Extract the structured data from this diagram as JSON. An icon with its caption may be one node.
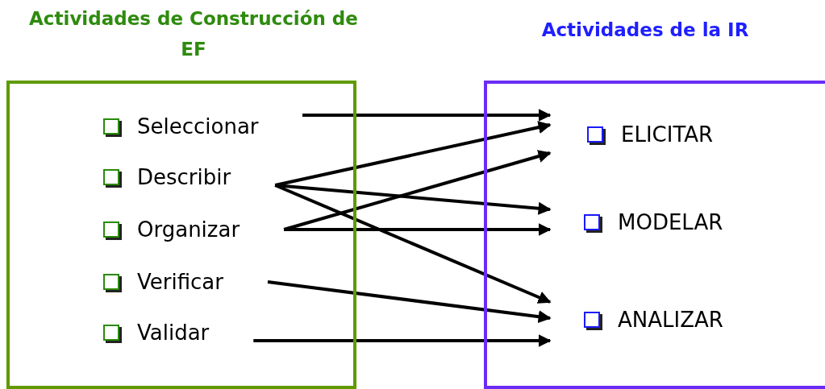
{
  "diagram": {
    "nodes": [
      {
        "text": [
          "Actividades de Construcción de EF"
        ]
      },
      {
        "text": [
          "Seleccionar"
        ],
        "in": 0
      },
      {
        "text": [
          "Describir"
        ],
        "in": 0
      },
      {
        "text": [
          "Organizar"
        ],
        "in": 0
      },
      {
        "text": [
          "Verificar"
        ],
        "in": 0
      },
      {
        "text": [
          "Validar"
        ],
        "in": 0
      },
      {
        "text": [
          "Actividades de la IR"
        ]
      },
      {
        "text": [
          "ELICITAR"
        ],
        "in": 6
      },
      {
        "text": [
          "MODELAR"
        ],
        "in": 6
      },
      {
        "text": [
          "ANALIZAR"
        ],
        "in": 6
      }
    ],
    "edges": [
      {
        "from": 1,
        "to": 7,
        "arrow": "to"
      },
      {
        "from": 2,
        "to": 7,
        "arrow": "to"
      },
      {
        "from": 2,
        "to": 8,
        "arrow": "to"
      },
      {
        "from": 2,
        "to": 9,
        "arrow": "to"
      },
      {
        "from": 3,
        "to": 7,
        "arrow": "to"
      },
      {
        "from": 3,
        "to": 8,
        "arrow": "to"
      },
      {
        "from": 4,
        "to": 9,
        "arrow": "to"
      },
      {
        "from": 5,
        "to": 9,
        "arrow": "to"
      }
    ]
  }
}
